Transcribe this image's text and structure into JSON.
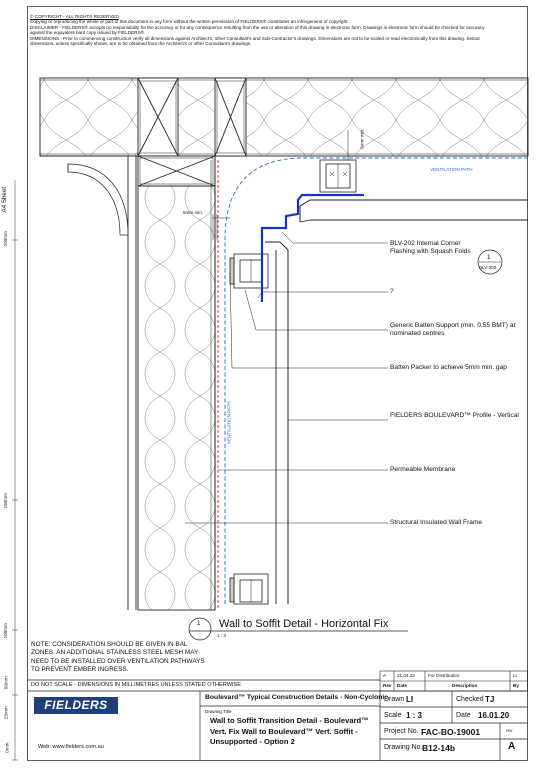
{
  "header": {
    "copyright": "© COPYRIGHT - ALL RIGHTS RESERVED",
    "copy_text": "Copying or reproducing the whole or part of this document in any form without the written permission of FIELDERS® constitutes an infringement of copyright.",
    "disclaimer": "DISCLAIMER - FIELDERS® accepts no responsibility for the accuracy or for any consequence resulting from the use or alteration of this drawing in electronic form. Drawings in electronic form should be checked for accuracy against the equivalent hard copy issued by FIELDERS®.",
    "dimensions": "DIMENSIONS - Prior to commencing construction verify all dimensions against Architect's, other Consultant's and Sub-Contractor's drawings. Dimensions are not to be scaled or read electronically from this drawing. Setout dimensions, unless specifically shown, are to be obtained from the Architect's or other Consultant's drawings."
  },
  "side": {
    "sheet": "A4 Sheet",
    "scale_marks": [
      "200mm",
      "150mm",
      "100mm",
      "50mm",
      "25mm",
      "0mm"
    ]
  },
  "drawing": {
    "dim_5mm_top": "5mm min.",
    "dim_5mm_side": "5mm min.",
    "vent_path_top": "VENTILATION PATH",
    "vent_path_side": "VENTILATION PATH",
    "detail_ref_num": "1",
    "detail_ref_code": "BLV-202",
    "labels": [
      "BLV-202 Internal Corner Flashing with Squash Folds",
      "?",
      "Generic Batten Support (min. 0.55 BMT) at nominated centres",
      "Batten Packer to achieve 5mm min. gap",
      "FIELDERS BOULEVARD™ Profile - Vertical",
      "Permeable Membrane",
      "Structural Insulated Wall Frame"
    ]
  },
  "detail_title": {
    "number": "1",
    "scale": "1 : 3",
    "title": "Wall to Soffit Detail - Horizontal Fix"
  },
  "note": "NOTE: CONSIDERATION SHOULD BE GIVEN IN BAL ZONES. AN ADDITIONAL STAINLESS STEEL MESH MAY NEED TO BE INSTALLED OVER VENTILATION PATHWAYS TO PREVENT EMBER INGRESS.",
  "revision": {
    "row": {
      "rev": "A",
      "date": "21.04.22",
      "description": "For Distribution",
      "by": "LI"
    },
    "headers": {
      "rev": "Rev",
      "date": "Date",
      "description": "Description",
      "by": "By"
    }
  },
  "do_not_scale": "DO NOT SCALE - DIMENSIONS IN MILLIMETRES UNLESS STATED OTHERWISE",
  "title_block": {
    "series": "Boulevard™ Typical Construction Details - Non-Cyclonic",
    "logo": "FIELDERS",
    "website": "Web: www.fielders.com.au",
    "drawing_title_label": "Drawing Title",
    "drawing_title": "Wall to Soffit Transition Detail - Boulevard™ Vert. Fix Wall to Boulevard™ Vert. Soffit - Unsupported - Option 2",
    "drawn_label": "Drawn",
    "drawn": "LI",
    "checked_label": "Checked",
    "checked": "TJ",
    "scale_label": "Scale",
    "scale": "1 : 3",
    "date_label": "Date",
    "date": "16.01.20",
    "project_label": "Project No.",
    "project": "FAC-BO-19001",
    "drawing_no_label": "Drawing No.",
    "drawing_no": "B12-14b",
    "rev_label": "rev",
    "rev": "A"
  }
}
